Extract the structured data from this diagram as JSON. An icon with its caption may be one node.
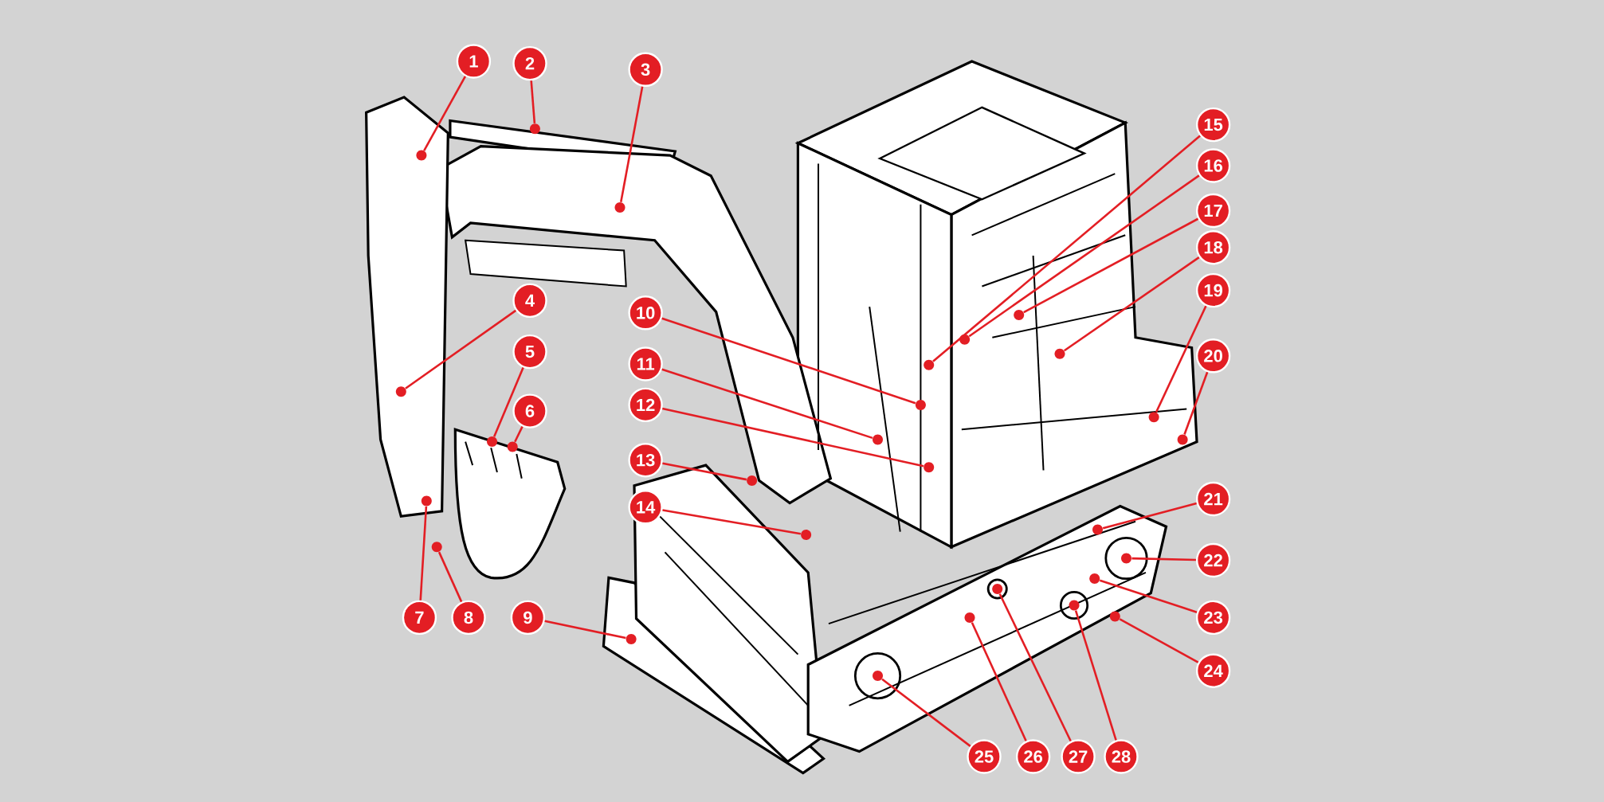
{
  "diagram": {
    "nodes": [
      {
        "text": [
          "1"
        ]
      },
      {
        "text": [
          "2"
        ]
      },
      {
        "text": [
          "3"
        ]
      },
      {
        "text": [
          "4"
        ]
      },
      {
        "text": [
          "5"
        ]
      },
      {
        "text": [
          "6"
        ]
      },
      {
        "text": [
          "7"
        ]
      },
      {
        "text": [
          "8"
        ]
      },
      {
        "text": [
          "9"
        ]
      },
      {
        "text": [
          "10"
        ]
      },
      {
        "text": [
          "11"
        ]
      },
      {
        "text": [
          "12"
        ]
      },
      {
        "text": [
          "13"
        ]
      },
      {
        "text": [
          "14"
        ]
      },
      {
        "text": [
          "15"
        ]
      },
      {
        "text": [
          "16"
        ]
      },
      {
        "text": [
          "17"
        ]
      },
      {
        "text": [
          "18"
        ]
      },
      {
        "text": [
          "19"
        ]
      },
      {
        "text": [
          "20"
        ]
      },
      {
        "text": [
          "21"
        ]
      },
      {
        "text": [
          "22"
        ]
      },
      {
        "text": [
          "23"
        ]
      },
      {
        "text": [
          "24"
        ]
      },
      {
        "text": [
          "25"
        ]
      },
      {
        "text": [
          "26"
        ]
      },
      {
        "text": [
          "27"
        ]
      },
      {
        "text": [
          "28"
        ]
      },
      {
        "text": [],
        "shape": "circle"
      },
      {
        "text": [],
        "shape": "circle"
      },
      {
        "text": [],
        "shape": "circle"
      },
      {
        "text": [],
        "shape": "circle"
      },
      {
        "text": [],
        "shape": "circle"
      },
      {
        "text": [],
        "shape": "circle"
      },
      {
        "text": [],
        "shape": "circle"
      },
      {
        "text": [],
        "shape": "circle"
      },
      {
        "text": [],
        "shape": "circle"
      },
      {
        "text": [],
        "shape": "circle"
      },
      {
        "text": [],
        "shape": "circle"
      },
      {
        "text": [],
        "shape": "circle"
      },
      {
        "text": [],
        "shape": "circle"
      },
      {
        "text": [],
        "shape": "circle"
      },
      {
        "text": [],
        "shape": "circle"
      },
      {
        "text": [],
        "shape": "circle"
      },
      {
        "text": [],
        "shape": "circle"
      },
      {
        "text": [],
        "shape": "circle"
      },
      {
        "text": [],
        "shape": "circle"
      },
      {
        "text": [],
        "shape": "circle"
      },
      {
        "text": [],
        "shape": "circle"
      },
      {
        "text": [],
        "shape": "circle"
      },
      {
        "text": [],
        "shape": "circle"
      },
      {
        "text": [],
        "shape": "circle"
      },
      {
        "text": [],
        "shape": "circle"
      },
      {
        "text": [],
        "shape": "circle"
      },
      {
        "text": [],
        "shape": "circle"
      },
      {
        "text": [],
        "shape": "circle"
      }
    ],
    "edges": [
      {
        "from": 0,
        "to": 28,
        "arrow": "none"
      },
      {
        "from": 1,
        "to": 29,
        "arrow": "none"
      },
      {
        "from": 2,
        "to": 30,
        "arrow": "none"
      },
      {
        "from": 3,
        "to": 31,
        "arrow": "none"
      },
      {
        "from": 4,
        "to": 32,
        "arrow": "none"
      },
      {
        "from": 5,
        "to": 33,
        "arrow": "none"
      },
      {
        "from": 6,
        "to": 34,
        "arrow": "none"
      },
      {
        "from": 7,
        "to": 35,
        "arrow": "none"
      },
      {
        "from": 8,
        "to": 36,
        "arrow": "none"
      },
      {
        "from": 9,
        "to": 37,
        "arrow": "none"
      },
      {
        "from": 10,
        "to": 38,
        "arrow": "none"
      },
      {
        "from": 11,
        "to": 39,
        "arrow": "none"
      },
      {
        "from": 12,
        "to": 40,
        "arrow": "none"
      },
      {
        "from": 13,
        "to": 41,
        "arrow": "none"
      },
      {
        "from": 14,
        "to": 42,
        "arrow": "none"
      },
      {
        "from": 15,
        "to": 43,
        "arrow": "none"
      },
      {
        "from": 16,
        "to": 44,
        "arrow": "none"
      },
      {
        "from": 17,
        "to": 45,
        "arrow": "none"
      },
      {
        "from": 18,
        "to": 46,
        "arrow": "none"
      },
      {
        "from": 19,
        "to": 47,
        "arrow": "none"
      },
      {
        "from": 20,
        "to": 48,
        "arrow": "none"
      },
      {
        "from": 21,
        "to": 49,
        "arrow": "none"
      },
      {
        "from": 22,
        "to": 50,
        "arrow": "none"
      },
      {
        "from": 23,
        "to": 51,
        "arrow": "none"
      },
      {
        "from": 24,
        "to": 52,
        "arrow": "none"
      },
      {
        "from": 25,
        "to": 53,
        "arrow": "none"
      },
      {
        "from": 26,
        "to": 54,
        "arrow": "none"
      },
      {
        "from": 27,
        "to": 55,
        "arrow": "none"
      }
    ]
  }
}
